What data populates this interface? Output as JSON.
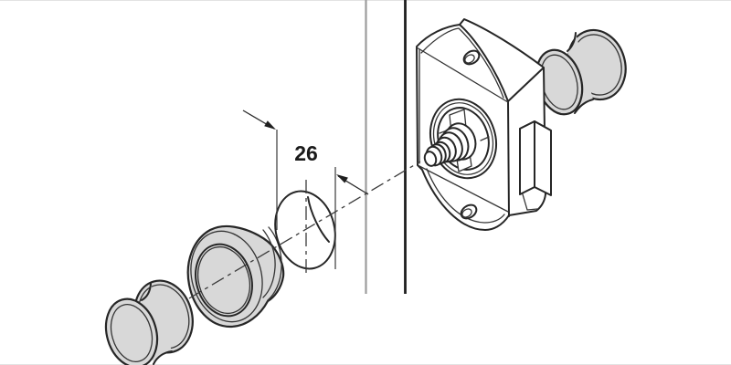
{
  "diagram": {
    "kind": "technical-exploded-assembly-drawing",
    "subject": "push-button cabinet lock with turn knobs, rosette and 26 mm mounting hole in a panel",
    "dimension": {
      "label": "26"
    },
    "colors": {
      "background": "#ffffff",
      "line": "#262626",
      "part_fill_gray": "#d8d8d8",
      "panel_edge_gray": "#9c9c9c",
      "frame_line": "#e3e3e3"
    },
    "parts": [
      {
        "name": "front-knob",
        "style": "gray-filled"
      },
      {
        "name": "rosette-cup",
        "style": "gray-filled"
      },
      {
        "name": "drill-hole",
        "style": "outline"
      },
      {
        "name": "panel-edge",
        "style": "two vertical lines"
      },
      {
        "name": "lock-body",
        "style": "outline"
      },
      {
        "name": "spindle",
        "style": "outline"
      },
      {
        "name": "latch-bolt",
        "style": "outline"
      },
      {
        "name": "rear-knob",
        "style": "gray-filled"
      },
      {
        "name": "center-axis",
        "style": "dash-dot"
      }
    ]
  }
}
